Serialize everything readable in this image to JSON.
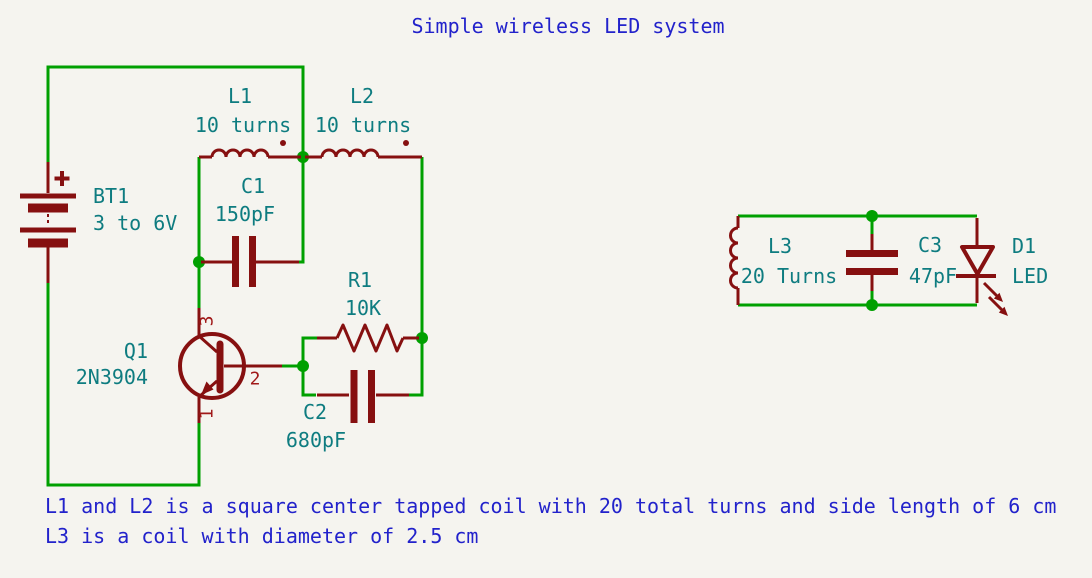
{
  "title": "Simple wireless LED system",
  "notes": {
    "line1": "L1 and L2 is a square center tapped coil with 20 total turns and side length of 6 cm",
    "line2": "L3 is a coil with diameter of 2.5 cm"
  },
  "components": {
    "bt1": {
      "ref": "BT1",
      "value": "3 to 6V"
    },
    "l1": {
      "ref": "L1",
      "value": "10 turns"
    },
    "l2": {
      "ref": "L2",
      "value": "10 turns"
    },
    "c1": {
      "ref": "C1",
      "value": "150pF"
    },
    "r1": {
      "ref": "R1",
      "value": "10K"
    },
    "c2": {
      "ref": "C2",
      "value": "680pF"
    },
    "q1": {
      "ref": "Q1",
      "value": "2N3904",
      "pins": {
        "collector": "3",
        "base": "2",
        "emitter": "1"
      }
    },
    "l3": {
      "ref": "L3",
      "value": "20 Turns"
    },
    "c3": {
      "ref": "C3",
      "value": "47pF"
    },
    "d1": {
      "ref": "D1",
      "value": "LED"
    }
  },
  "colors": {
    "background": "#F5F4EF",
    "wire_green": "#00A000",
    "symbol_dark_red": "#861010",
    "field_teal": "#0E7C80",
    "note_blue": "#2222CB",
    "pin_number_red": "#A01818"
  }
}
